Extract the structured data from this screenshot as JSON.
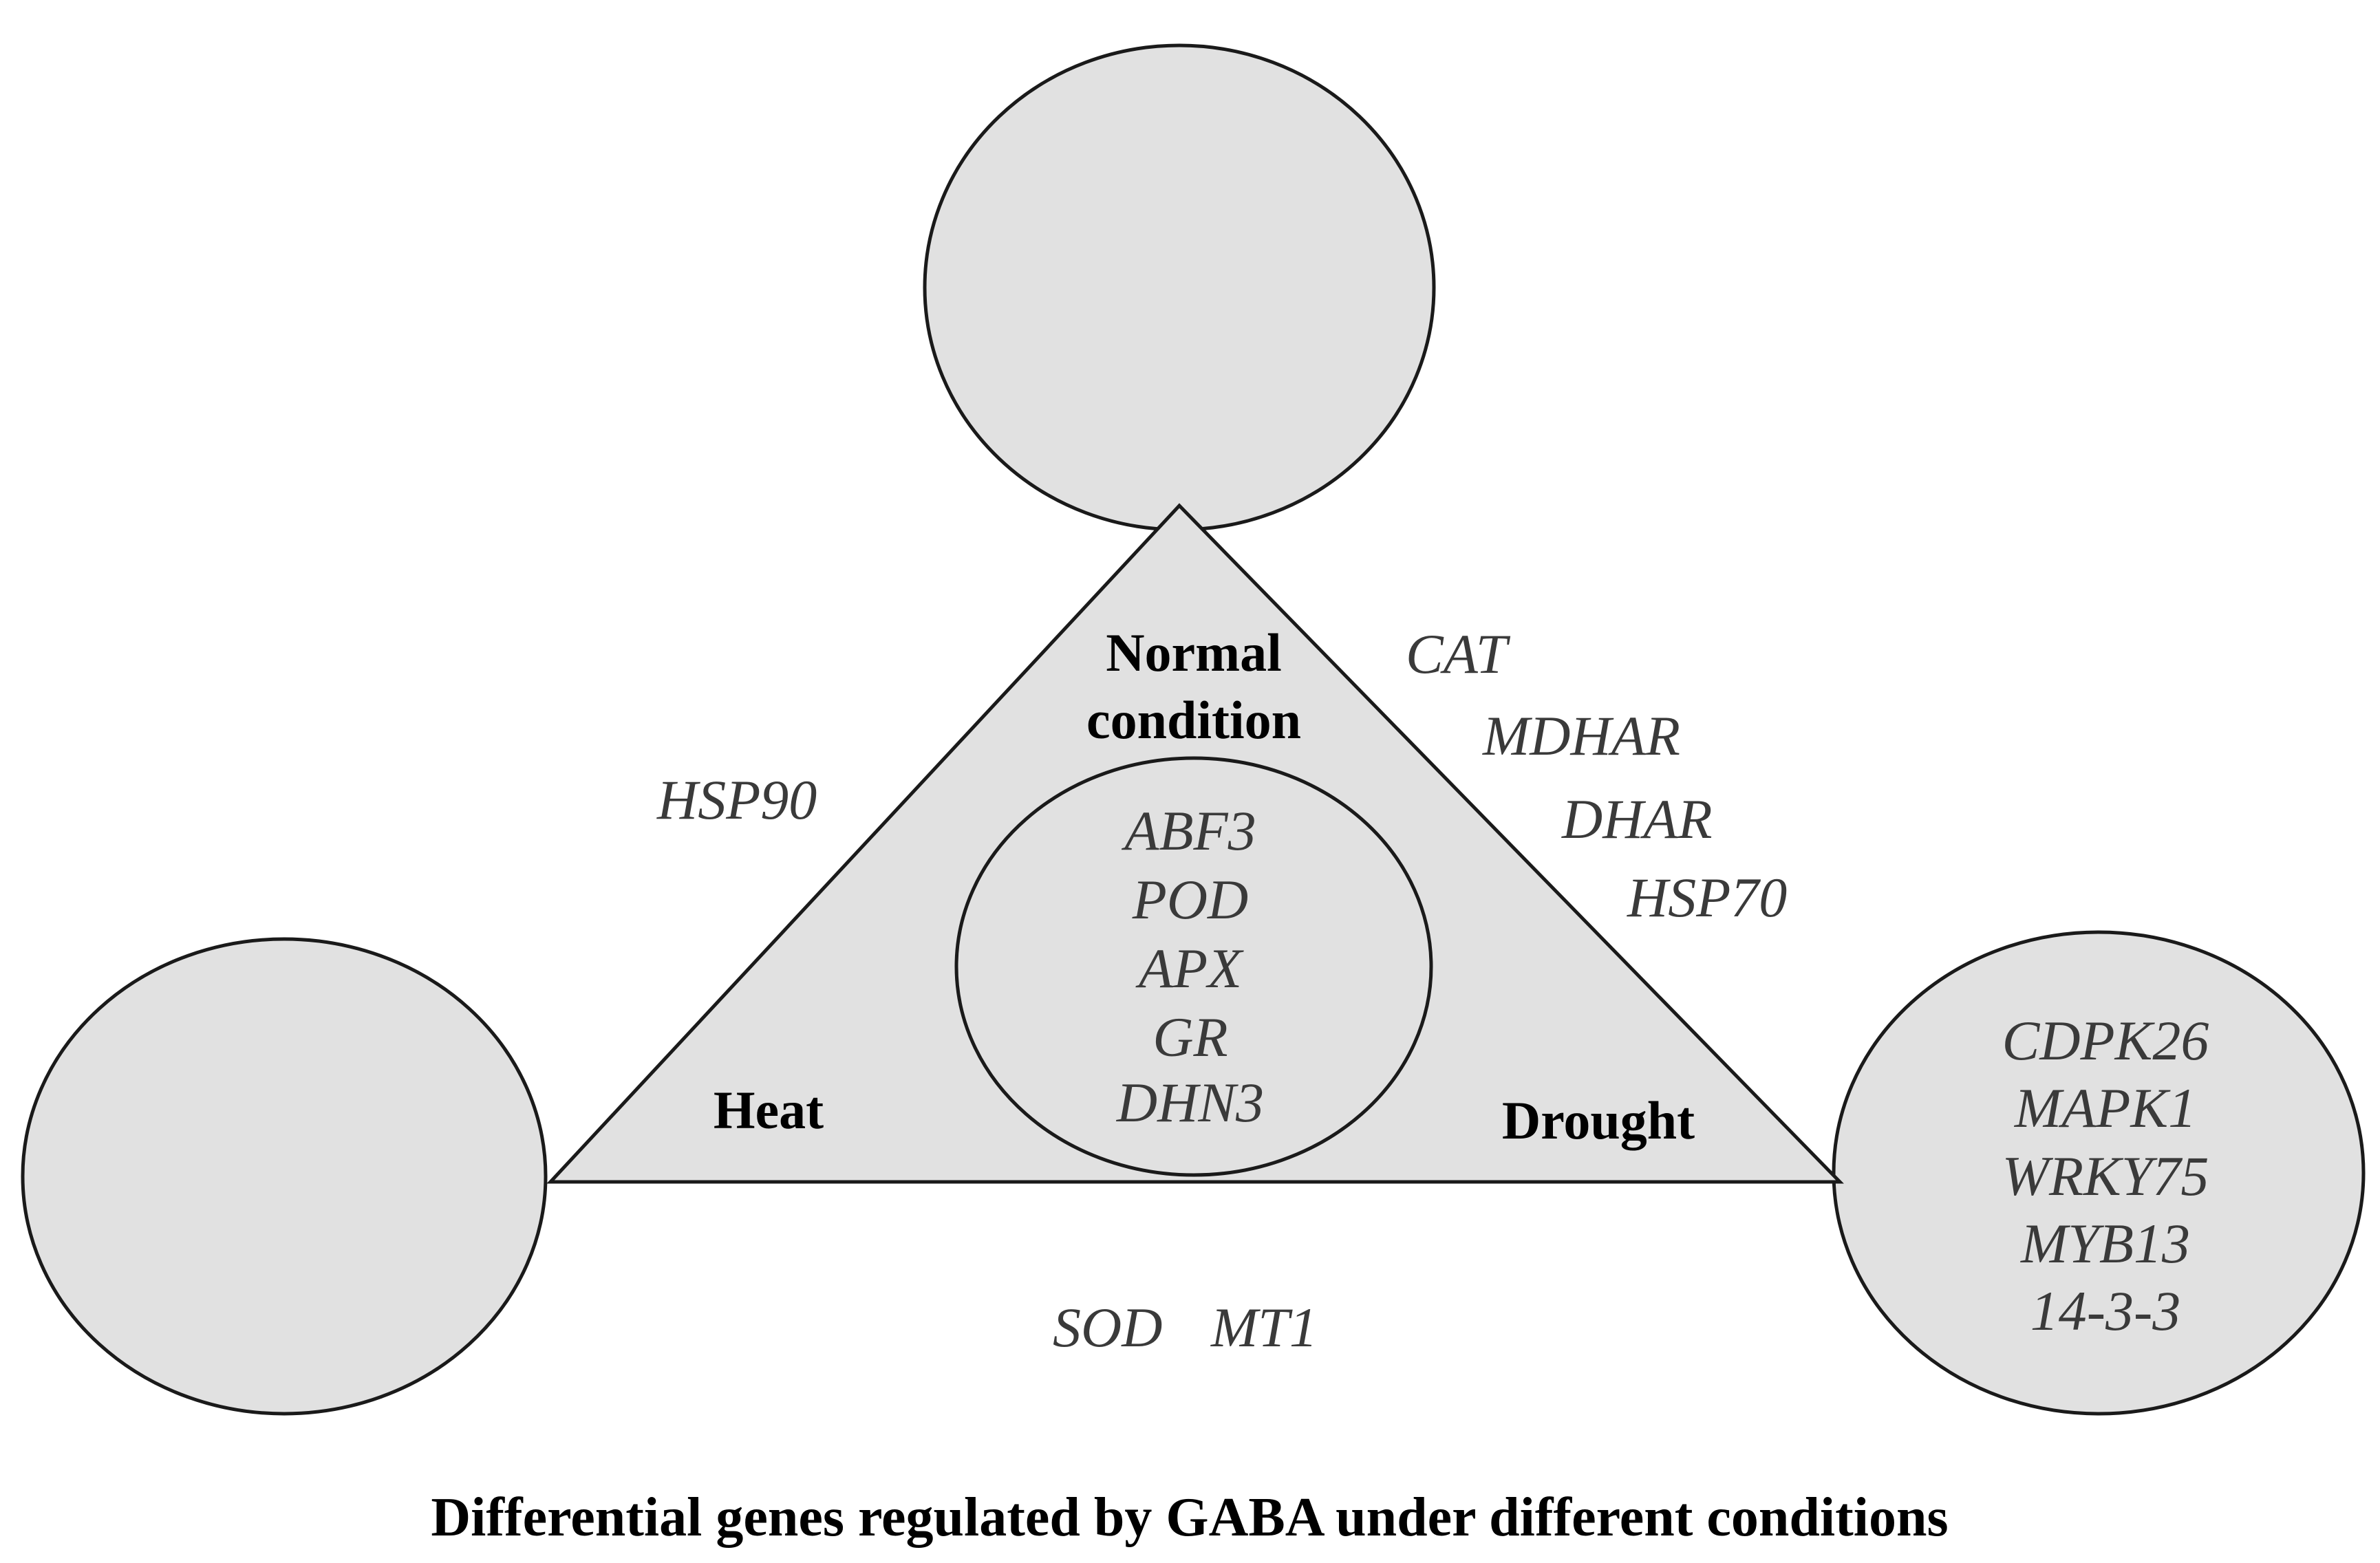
{
  "colors": {
    "fill": "#e1e1e1",
    "stroke": "#1a1a1a",
    "gene_text": "#3a3a3a",
    "label_text": "#000000"
  },
  "conditions": {
    "normal_line1": "Normal",
    "normal_line2": "condition",
    "heat": "Heat",
    "drought": "Drought"
  },
  "genes": {
    "center": [
      "ABF3",
      "POD",
      "APX",
      "GR",
      "DHN3"
    ],
    "normal_drought_edge": [
      "CAT",
      "MDHAR",
      "DHAR",
      "HSP70"
    ],
    "normal_heat_edge": [
      "HSP90"
    ],
    "heat_drought_edge": [
      "SOD",
      "MT1"
    ],
    "drought_only": [
      "CDPK26",
      "MAPK1",
      "WRKY75",
      "MYB13",
      "14-3-3"
    ]
  },
  "caption": "Differential genes regulated by GABA under different conditions"
}
